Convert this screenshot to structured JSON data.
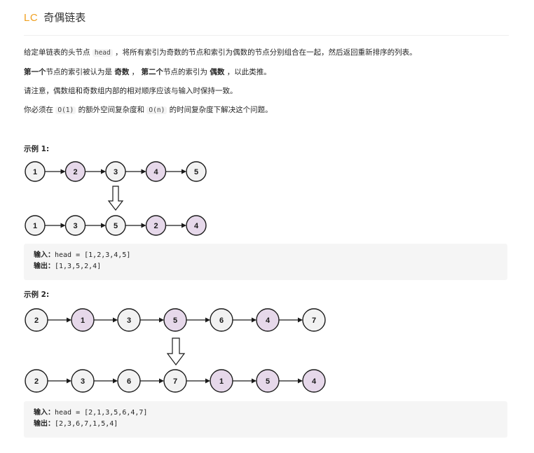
{
  "header": {
    "logo": "LC",
    "title": "奇偶链表"
  },
  "desc": {
    "p1": {
      "pre": "给定单链表的头节点 ",
      "code": "head",
      "post": " ，将所有索引为奇数的节点和索引为偶数的节点分别组合在一起，然后返回重新排序的列表。"
    },
    "p2": {
      "b1": "第一个",
      "t1": "节点的索引被认为是 ",
      "b2": "奇数",
      "t2": " ， ",
      "b3": "第二个",
      "t3": "节点的索引为 ",
      "b4": "偶数",
      "t4": " ，以此类推。"
    },
    "p3": "请注意，偶数组和奇数组内部的相对顺序应该与输入时保持一致。",
    "p4": {
      "pre": "你必须在 ",
      "code1": "O(1)",
      "mid": " 的额外空间复杂度和 ",
      "code2": "O(n)",
      "post": " 的时间复杂度下解决这个问题。"
    }
  },
  "colors": {
    "odd_fill": "#f2f2f2",
    "even_fill": "#e6d8ea",
    "stroke": "#1a1a1a",
    "code_bg": "#f5f5f5",
    "logo": "#f0a020"
  },
  "examples": [
    {
      "title": "示例 1:",
      "before": [
        1,
        2,
        3,
        4,
        5
      ],
      "before_even": [
        false,
        true,
        false,
        true,
        false
      ],
      "after": [
        1,
        3,
        5,
        2,
        4
      ],
      "after_even": [
        false,
        false,
        false,
        true,
        true
      ],
      "input_label": "输入：",
      "input": "head = [1,2,3,4,5]",
      "output_label": "输出：",
      "output": "[1,3,5,2,4]"
    },
    {
      "title": "示例 2:",
      "before": [
        2,
        1,
        3,
        5,
        6,
        4,
        7
      ],
      "before_even": [
        false,
        true,
        false,
        true,
        false,
        true,
        false
      ],
      "after": [
        2,
        3,
        6,
        7,
        1,
        5,
        4
      ],
      "after_even": [
        false,
        false,
        false,
        false,
        true,
        true,
        true
      ],
      "input_label": "输入：",
      "input": "head = [2,1,3,5,6,4,7]",
      "output_label": "输出：",
      "output": "[2,3,6,7,1,5,4]"
    }
  ]
}
